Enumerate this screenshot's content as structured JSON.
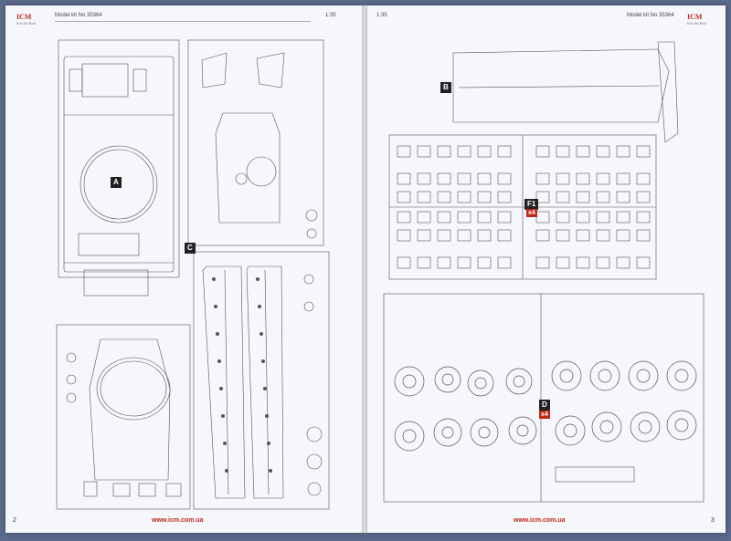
{
  "left_page": {
    "logo": "ICM",
    "logo_tagline": "Feel the Real",
    "kit_label": "Model kit No 35364",
    "scale": "1:35",
    "page_number": "2",
    "footer_url": "www.icm.com.ua",
    "sprue_labels": [
      "A",
      "C"
    ]
  },
  "right_page": {
    "logo": "ICM",
    "logo_tagline": "Feel the Real",
    "kit_label": "Model kit No 35364",
    "scale": "1:35",
    "page_number": "3",
    "footer_url": "www.icm.com.ua",
    "sprue_labels": [
      "B",
      "F1",
      "D"
    ],
    "quantity_badges": [
      "x4",
      "x4"
    ]
  },
  "colors": {
    "accent": "#c0281c",
    "line": "#555555",
    "paper": "#f6f7fb"
  }
}
